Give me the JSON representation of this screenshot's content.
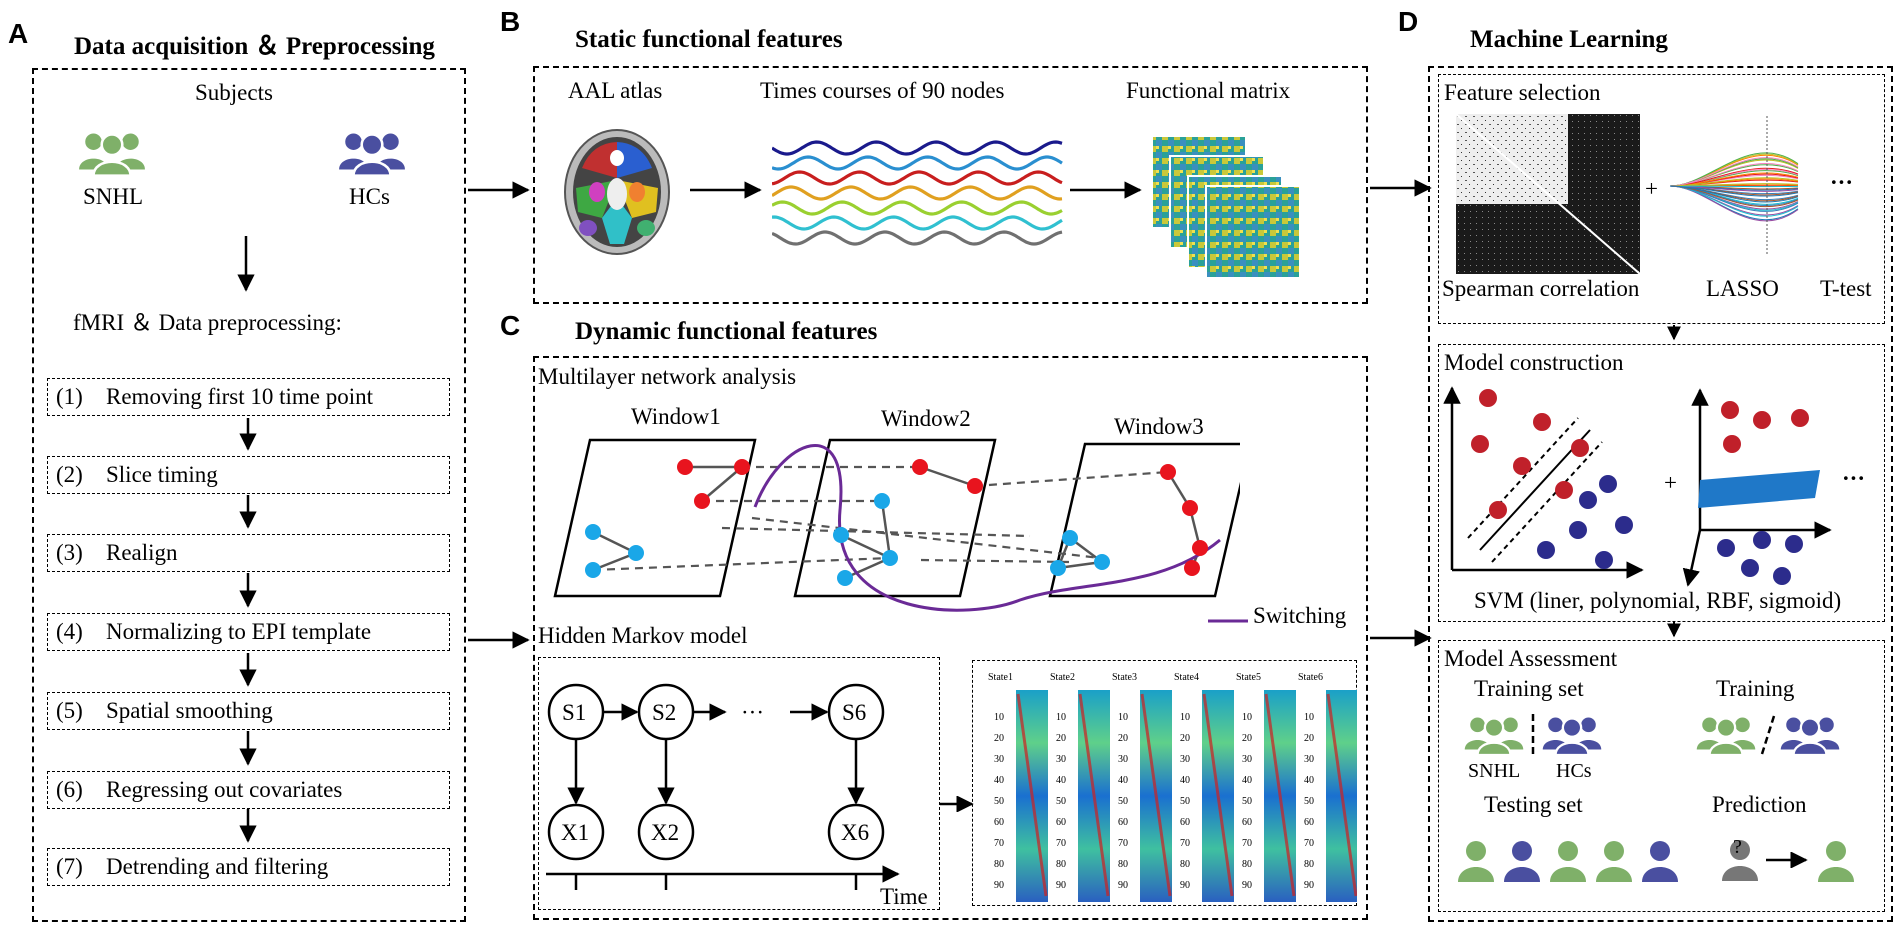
{
  "panels": {
    "A": {
      "letter": "A",
      "title": "Data acquisition ＆ Preprocessing",
      "subjects_label": "Subjects",
      "group1": "SNHL",
      "group2": "HCs",
      "fmri_label": "fMRI ＆ Data preprocessing:",
      "steps": [
        {
          "num": "(1)",
          "label": "Removing first 10 time point"
        },
        {
          "num": "(2)",
          "label": "Slice timing"
        },
        {
          "num": "(3)",
          "label": "Realign"
        },
        {
          "num": "(4)",
          "label": "Normalizing to EPI template"
        },
        {
          "num": "(5)",
          "label": "Spatial smoothing"
        },
        {
          "num": "(6)",
          "label": "Regressing out covariates"
        },
        {
          "num": "(7)",
          "label": "Detrending and filtering"
        }
      ]
    },
    "B": {
      "letter": "B",
      "title": "Static functional features",
      "atlas": "AAL atlas",
      "timecourses": "Times courses of 90 nodes",
      "matrix": "Functional matrix"
    },
    "C": {
      "letter": "C",
      "title": "Dynamic functional features",
      "multilayer": "Multilayer network analysis",
      "windows": [
        "Window1",
        "Window2",
        "Window3"
      ],
      "switching": "Switching",
      "hmm": "Hidden Markov model",
      "states": [
        "S1",
        "S2",
        "S6"
      ],
      "observations": [
        "X1",
        "X2",
        "X6"
      ],
      "ellipsis": "···",
      "time": "Time",
      "state_names": [
        "State1",
        "State2",
        "State3",
        "State4",
        "State5",
        "State6"
      ],
      "state_ticks": [
        "10",
        "20",
        "30",
        "40",
        "50",
        "60",
        "70",
        "80",
        "90"
      ]
    },
    "D": {
      "letter": "D",
      "title": "Machine Learning",
      "feature_selection": "Feature  selection",
      "methods": [
        "Spearman correlation",
        "LASSO",
        "T-test"
      ],
      "plus": "+",
      "ellipsis": "···",
      "model_construction": "Model construction",
      "svm": "SVM (liner, polynomial, RBF, sigmoid)",
      "model_assessment": "Model Assessment",
      "training_set": "Training set",
      "training": "Training",
      "snhl": "SNHL",
      "hcs": "HCs",
      "testing_set": "Testing set",
      "prediction": "Prediction",
      "question": "?"
    }
  },
  "colors": {
    "green": "#7fb069",
    "blue": "#4a4fa0",
    "red": "#e8141e",
    "cyan": "#1aa7e8",
    "purple": "#6a2a96",
    "svm_red": "#c0202a",
    "svm_blue": "#2c2c8c"
  }
}
